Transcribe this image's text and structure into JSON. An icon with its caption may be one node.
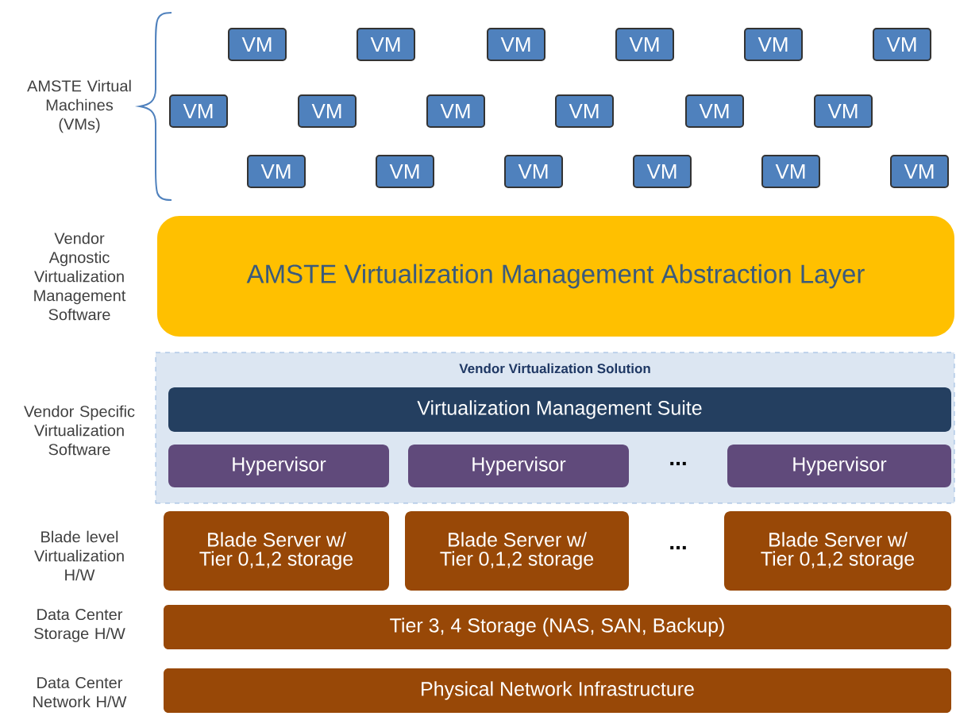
{
  "diagram": {
    "nodes": [
      {
        "text": [
          "VM"
        ]
      },
      {
        "text": [
          "VM"
        ]
      },
      {
        "text": [
          "VM"
        ]
      },
      {
        "text": [
          "VM"
        ]
      },
      {
        "text": [
          "VM"
        ]
      },
      {
        "text": [
          "VM"
        ]
      },
      {
        "text": [
          "VM"
        ]
      },
      {
        "text": [
          "VM"
        ]
      },
      {
        "text": [
          "VM"
        ]
      },
      {
        "text": [
          "VM"
        ]
      },
      {
        "text": [
          "VM"
        ]
      },
      {
        "text": [
          "VM"
        ]
      },
      {
        "text": [
          "VM"
        ]
      },
      {
        "text": [
          "VM"
        ]
      },
      {
        "text": [
          "VM"
        ]
      },
      {
        "text": [
          "VM"
        ]
      },
      {
        "text": [
          "VM"
        ]
      },
      {
        "text": [
          "VM"
        ]
      },
      {
        "text": [
          "AMSTE Virtualization Management Abstraction Layer"
        ]
      },
      {
        "text": [
          "Vendor Virtualization Solution"
        ]
      },
      {
        "text": [
          "Virtualization Management Suite"
        ],
        "in": 19
      },
      {
        "text": [
          "Hypervisor"
        ],
        "in": 19
      },
      {
        "text": [
          "Hypervisor"
        ],
        "in": 19
      },
      {
        "text": [
          "Hypervisor"
        ],
        "in": 19
      },
      {
        "text": [
          "Blade Server w/ Tier 0,1,2 storage"
        ]
      },
      {
        "text": [
          "Blade Server w/ Tier 0,1,2 storage"
        ]
      },
      {
        "text": [
          "Blade Server w/ Tier 0,1,2 storage"
        ]
      },
      {
        "text": [
          "Tier 3, 4 Storage (NAS, SAN, Backup)"
        ]
      },
      {
        "text": [
          "Physical Network Infrastructure"
        ]
      }
    ],
    "labels": [
      "AMSTE Virtual Machines (VMs)",
      "Vendor Agnostic Virtualization Management Software",
      "Vendor Specific Virtualization Software",
      "...",
      "Blade level Virtualization H/W",
      "...",
      "Data Center Storage H/W",
      "Data Center Network H/W"
    ]
  }
}
